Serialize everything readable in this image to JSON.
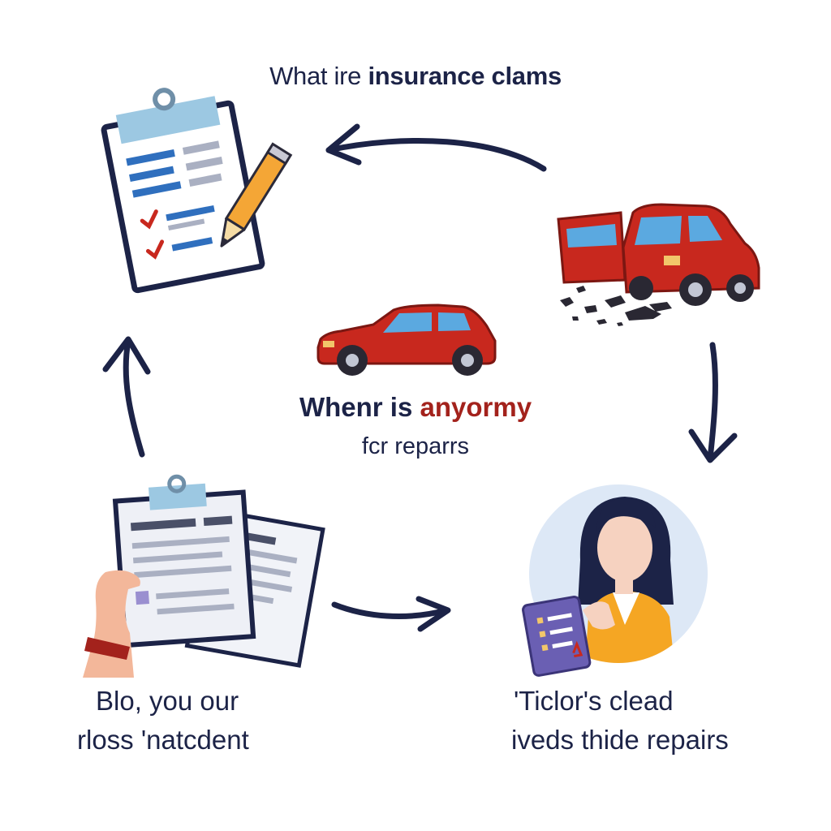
{
  "title": {
    "part1": "What ire",
    "part2": "insurance clams"
  },
  "center": {
    "line1_a": "Whenr is",
    "line1_b": "anyormy",
    "line2": "fcr reparrs"
  },
  "step_bottom_left": {
    "line1": "Blo, you our",
    "line2": "rloss 'natcdent"
  },
  "step_bottom_right": {
    "line1": "'Ticlor's clead",
    "line2": "iveds thide repairs"
  },
  "colors": {
    "navy": "#1c2347",
    "accent_red": "#a3221c",
    "car_red": "#c8281e",
    "badge": "#9cc8e2"
  },
  "icons": [
    "clipboard-checklist-icon",
    "pencil-icon",
    "crashed-car-icon",
    "car-icon",
    "documents-in-hand-icon",
    "agent-avatar-icon",
    "arrow-icon"
  ]
}
